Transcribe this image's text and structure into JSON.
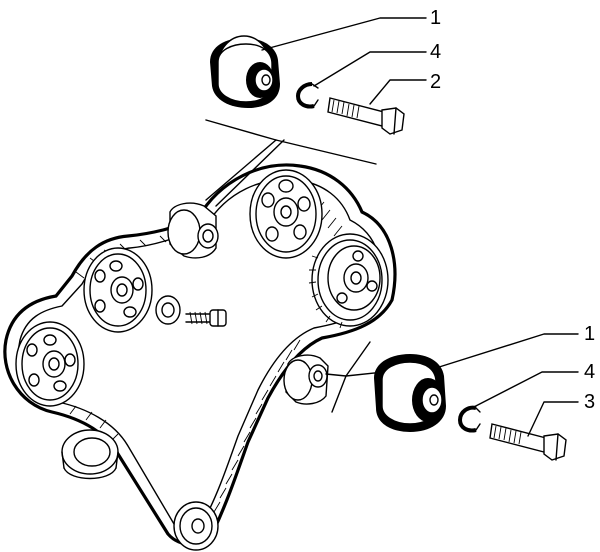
{
  "callouts": {
    "top_roller": "1",
    "top_circlip": "4",
    "top_bolt": "2",
    "bottom_roller": "1",
    "bottom_circlip": "4",
    "bottom_bolt": "3"
  }
}
